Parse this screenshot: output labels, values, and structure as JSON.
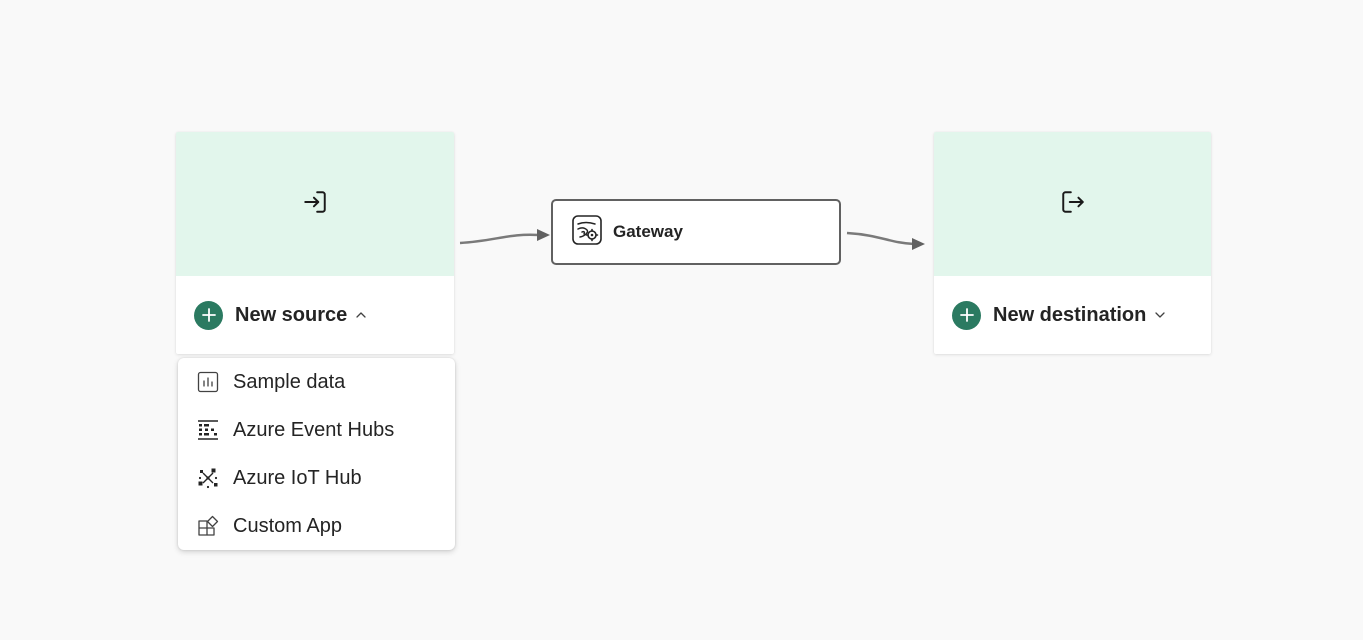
{
  "source_node": {
    "label": "New source",
    "icon": "enter-arrow-icon",
    "add_icon": "plus-circle-icon",
    "chevron": "chevron-up-icon"
  },
  "gateway_node": {
    "label": "Gateway",
    "icon": "gateway-stream-icon"
  },
  "destination_node": {
    "label": "New destination",
    "icon": "exit-arrow-icon",
    "add_icon": "plus-circle-icon",
    "chevron": "chevron-down-icon"
  },
  "source_menu": {
    "items": [
      {
        "label": "Sample data",
        "icon": "chart-bars-icon"
      },
      {
        "label": "Azure Event Hubs",
        "icon": "event-hubs-icon"
      },
      {
        "label": "Azure IoT Hub",
        "icon": "iot-hub-icon"
      },
      {
        "label": "Custom App",
        "icon": "custom-app-icon"
      }
    ]
  },
  "colors": {
    "node_header": "#e2f6ec",
    "accent_green": "#2b7a61",
    "canvas": "#f9f9f9",
    "connector": "#7a7a7a"
  }
}
